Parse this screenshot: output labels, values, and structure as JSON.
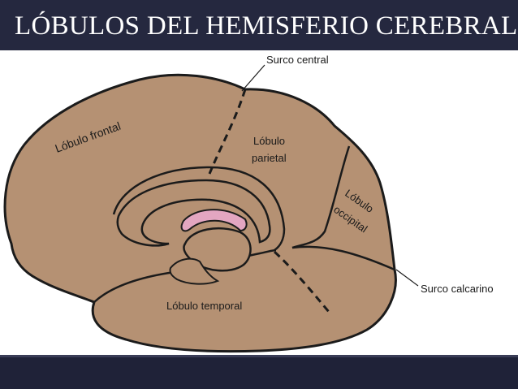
{
  "slide": {
    "title": "LÓBULOS DEL HEMISFERIO CEREBRAL"
  },
  "diagram": {
    "labels": {
      "frontal": "Lóbulo frontal",
      "parietal_line1": "Lóbulo",
      "parietal_line2": "parietal",
      "occipital_line1": "Lóbulo",
      "occipital_line2": "occipital",
      "temporal": "Lóbulo temporal",
      "central_sulcus": "Surco central",
      "calcarine_sulcus": "Surco calcarino"
    },
    "colors": {
      "brain_fill": "#b59173",
      "outline": "#1b1b1b",
      "limbic_pink": "#e3a6c1"
    }
  }
}
